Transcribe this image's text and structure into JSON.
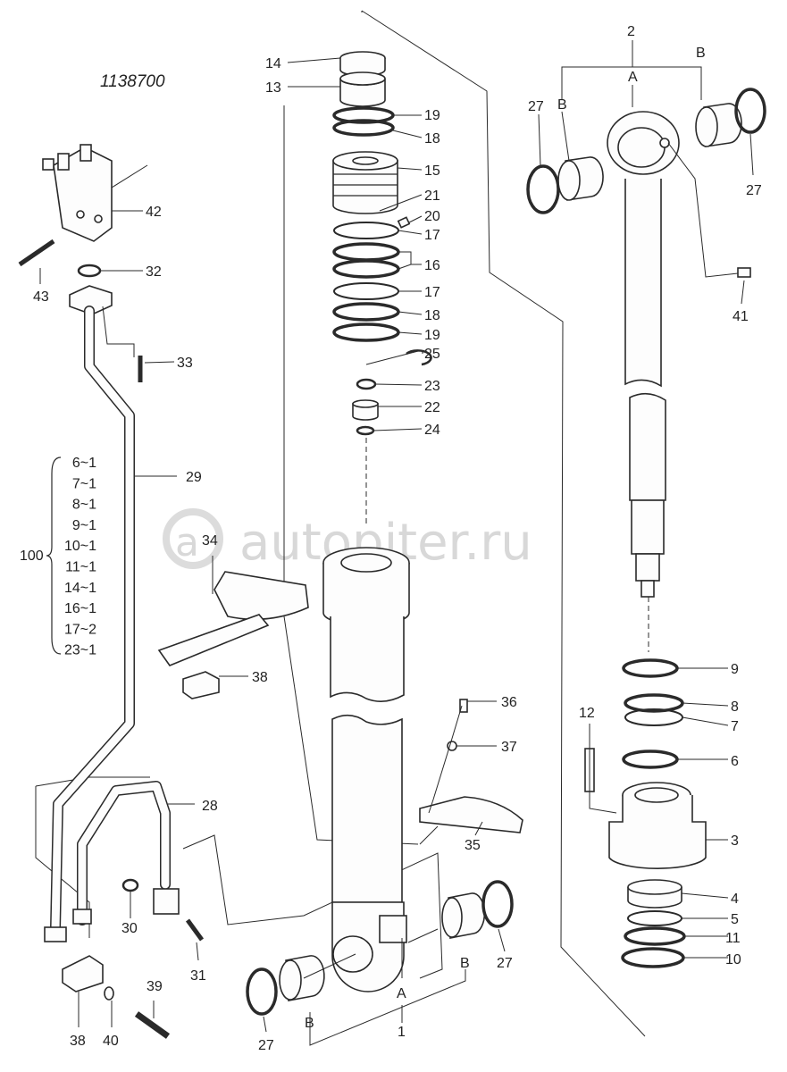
{
  "drawing_number": "1138700",
  "watermark": "autopiter.ru",
  "kit": {
    "number": "100",
    "items": [
      "6~1",
      "7~1",
      "8~1",
      "9~1",
      "10~1",
      "11~1",
      "14~1",
      "16~1",
      "17~2",
      "23~1"
    ]
  },
  "labels": {
    "p1": "1",
    "p2": "2",
    "p3": "3",
    "p4": "4",
    "p5": "5",
    "p6": "6",
    "p7": "7",
    "p8": "8",
    "p9": "9",
    "p10": "10",
    "p11": "11",
    "p12": "12",
    "p13": "13",
    "p14": "14",
    "p15": "15",
    "p16": "16",
    "p17a": "17",
    "p17b": "17",
    "p18a": "18",
    "p18b": "18",
    "p19a": "19",
    "p19b": "19",
    "p20": "20",
    "p21": "21",
    "p22": "22",
    "p23": "23",
    "p24": "24",
    "p25": "25",
    "p27a": "27",
    "p27b": "27",
    "p27c": "27",
    "p27d": "27",
    "p28": "28",
    "p29": "29",
    "p30": "30",
    "p31": "31",
    "p32": "32",
    "p33": "33",
    "p34": "34",
    "p35": "35",
    "p36": "36",
    "p37": "37",
    "p38a": "38",
    "p38b": "38",
    "p39": "39",
    "p40": "40",
    "p41": "41",
    "p42": "42",
    "p43": "43",
    "A1": "A",
    "A2": "A",
    "B1": "B",
    "B2": "B",
    "B3": "B",
    "B4": "B"
  }
}
